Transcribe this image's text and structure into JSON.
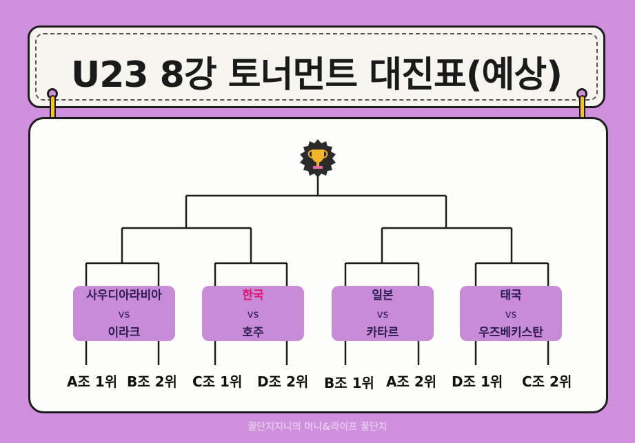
{
  "title": "U23 8강 토너먼트 대진표(예상)",
  "trophy_icon": "trophy-icon",
  "matches": [
    {
      "team1": "사우디아라비아",
      "vs": "vs",
      "team2": "이라크"
    },
    {
      "team1": "한국",
      "vs": "vs",
      "team2": "호주"
    },
    {
      "team1": "일본",
      "vs": "vs",
      "team2": "카타르"
    },
    {
      "team1": "태국",
      "vs": "vs",
      "team2": "우즈베키스탄"
    }
  ],
  "seeds": [
    "A조 1위",
    "B조 2위",
    "C조 1위",
    "D조 2위",
    "B조 1위",
    "A조 2위",
    "D조 1위",
    "C조 2위"
  ],
  "footer": "꿀단지지니의 머니&라이프 꿀단지",
  "colors": {
    "background": "#d08fdd",
    "match_box": "#c98bd8",
    "highlight": "#e0126e",
    "accent": "#f2c230"
  }
}
